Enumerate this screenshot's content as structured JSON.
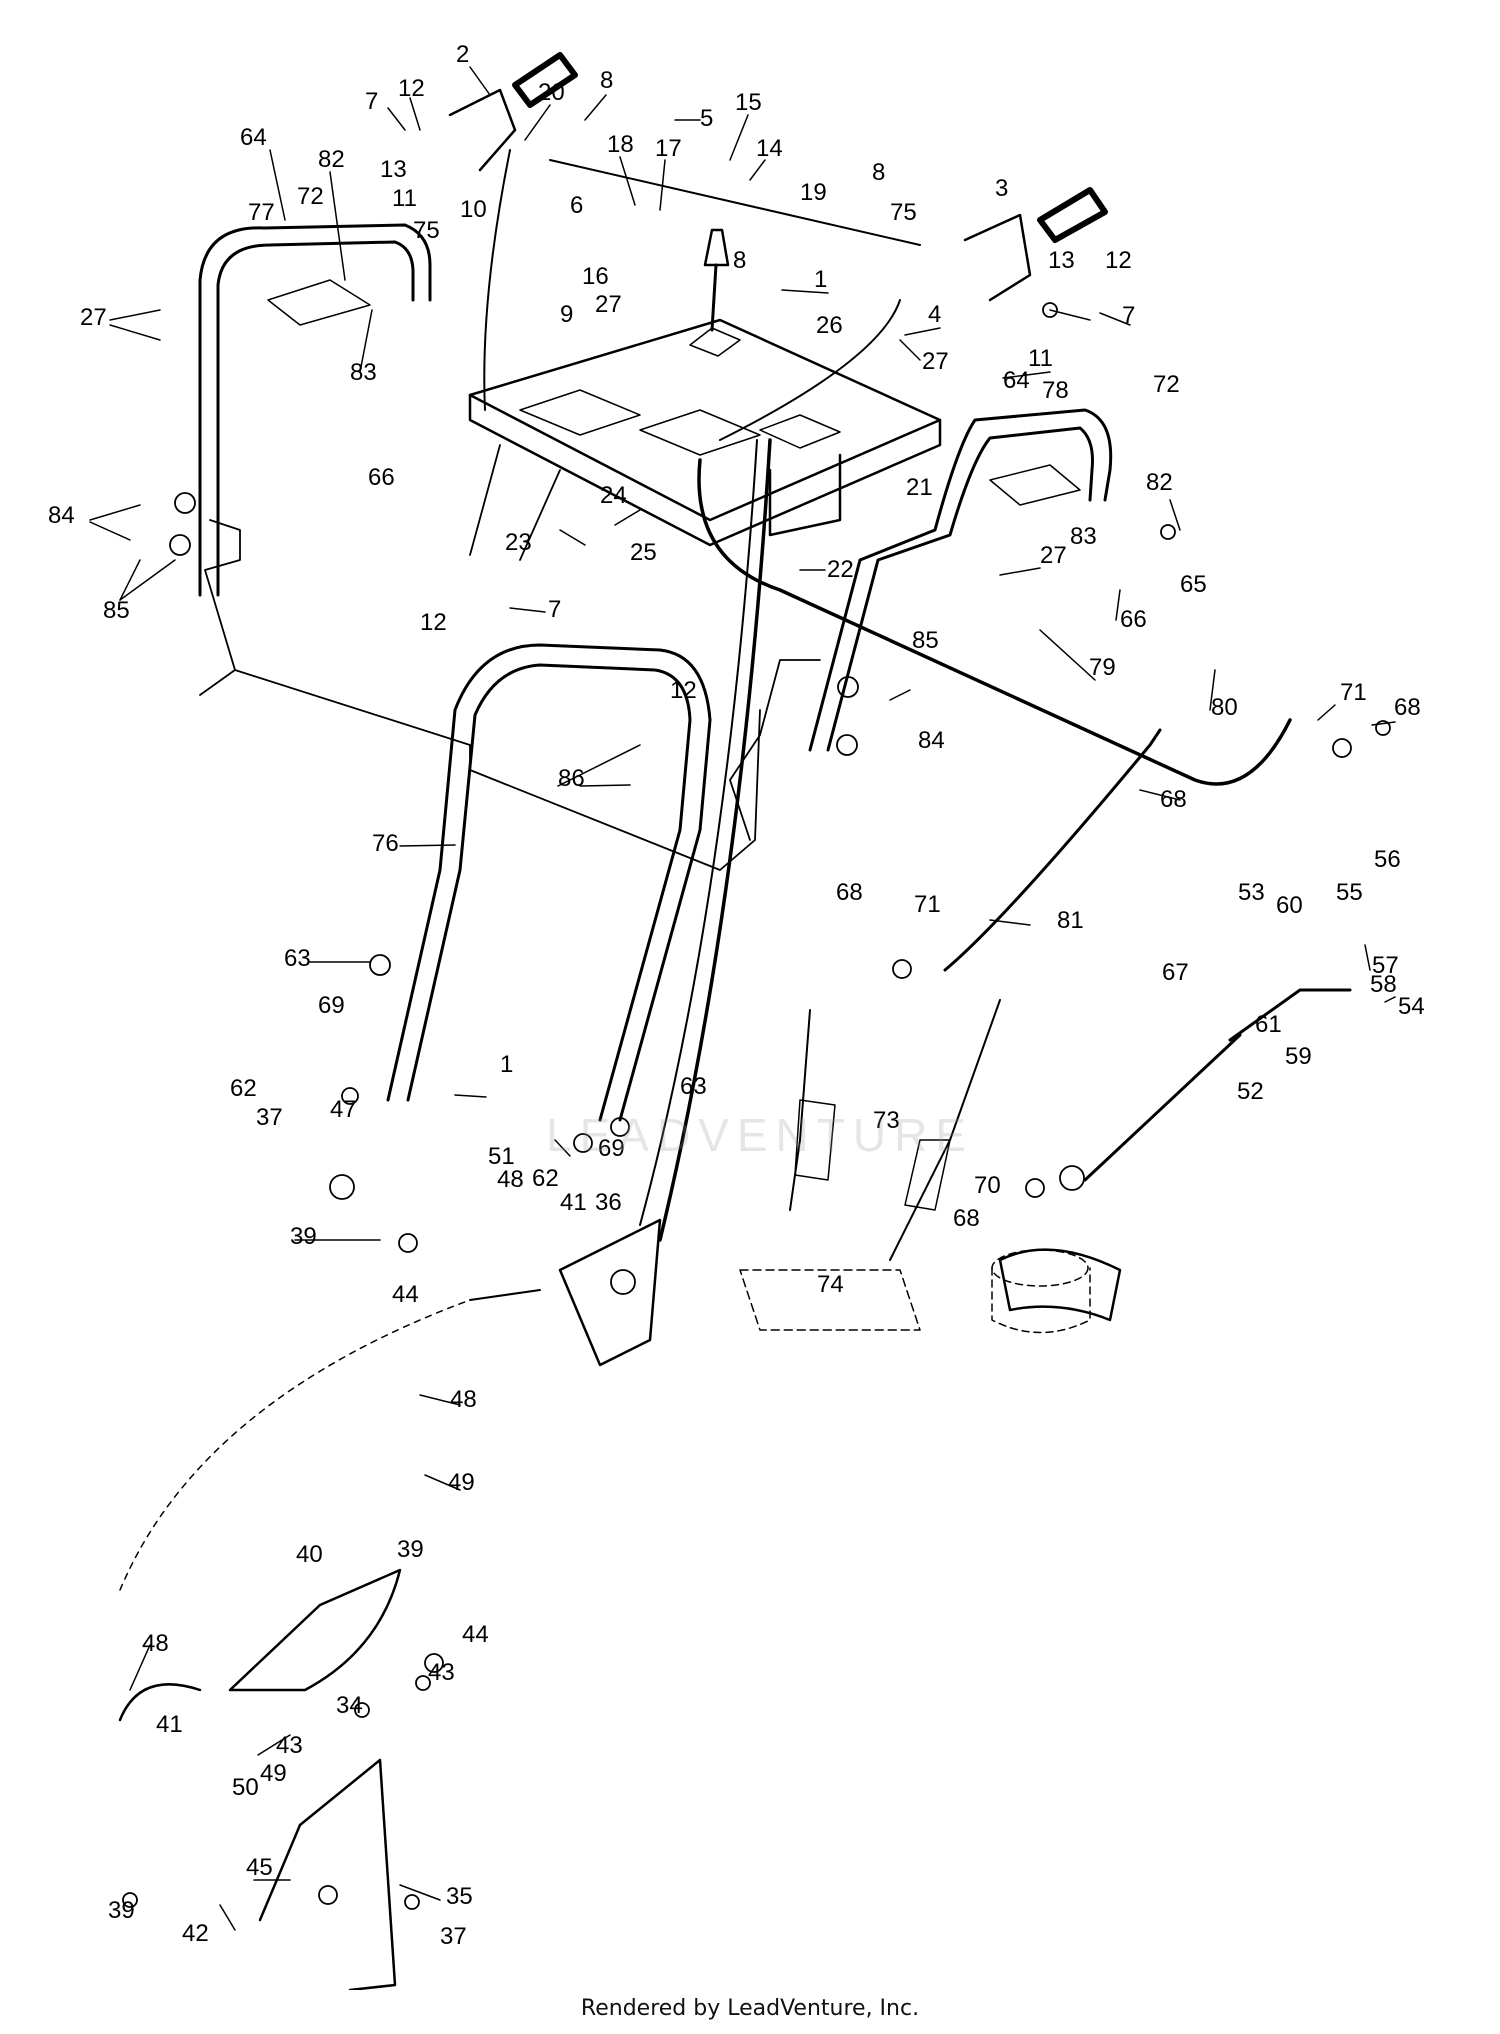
{
  "footer": {
    "text": "Rendered by LeadVenture, Inc."
  },
  "watermark": {
    "text": "LEADVENTURE"
  },
  "colors": {
    "ink": "#000000",
    "paper": "#ffffff",
    "watermark": "#c8c8c8"
  },
  "callouts": [
    {
      "id": "c1",
      "text": "2"
    },
    {
      "id": "c2",
      "text": "7"
    },
    {
      "id": "c3",
      "text": "12"
    },
    {
      "id": "c4",
      "text": "20"
    },
    {
      "id": "c5",
      "text": "8"
    },
    {
      "id": "c6",
      "text": "5"
    },
    {
      "id": "c7",
      "text": "15"
    },
    {
      "id": "c8",
      "text": "14"
    },
    {
      "id": "c9",
      "text": "18"
    },
    {
      "id": "c10",
      "text": "17"
    },
    {
      "id": "c11",
      "text": "13"
    },
    {
      "id": "c12",
      "text": "64"
    },
    {
      "id": "c13",
      "text": "82"
    },
    {
      "id": "c14",
      "text": "72"
    },
    {
      "id": "c15",
      "text": "77"
    },
    {
      "id": "c16",
      "text": "11"
    },
    {
      "id": "c17",
      "text": "10"
    },
    {
      "id": "c18",
      "text": "75"
    },
    {
      "id": "c19",
      "text": "6"
    },
    {
      "id": "c20",
      "text": "16"
    },
    {
      "id": "c21",
      "text": "8"
    },
    {
      "id": "c22",
      "text": "19"
    },
    {
      "id": "c23",
      "text": "8"
    },
    {
      "id": "c24",
      "text": "3"
    },
    {
      "id": "c25",
      "text": "75"
    },
    {
      "id": "c26",
      "text": "13"
    },
    {
      "id": "c27",
      "text": "12"
    },
    {
      "id": "c28",
      "text": "7"
    },
    {
      "id": "c29",
      "text": "1"
    },
    {
      "id": "c30",
      "text": "27"
    },
    {
      "id": "c31",
      "text": "83"
    },
    {
      "id": "c32",
      "text": "9"
    },
    {
      "id": "c33",
      "text": "27"
    },
    {
      "id": "c34",
      "text": "26"
    },
    {
      "id": "c35",
      "text": "4"
    },
    {
      "id": "c36",
      "text": "27"
    },
    {
      "id": "c37",
      "text": "11"
    },
    {
      "id": "c38",
      "text": "64"
    },
    {
      "id": "c39",
      "text": "78"
    },
    {
      "id": "c40",
      "text": "72"
    },
    {
      "id": "c41",
      "text": "66"
    },
    {
      "id": "c42",
      "text": "21"
    },
    {
      "id": "c43",
      "text": "82"
    },
    {
      "id": "c44",
      "text": "84"
    },
    {
      "id": "c45",
      "text": "24"
    },
    {
      "id": "c46",
      "text": "23"
    },
    {
      "id": "c47",
      "text": "83"
    },
    {
      "id": "c48",
      "text": "85"
    },
    {
      "id": "c49",
      "text": "25"
    },
    {
      "id": "c50",
      "text": "22"
    },
    {
      "id": "c51",
      "text": "27"
    },
    {
      "id": "c52",
      "text": "12"
    },
    {
      "id": "c53",
      "text": "7"
    },
    {
      "id": "c54",
      "text": "66"
    },
    {
      "id": "c55",
      "text": "65"
    },
    {
      "id": "c56",
      "text": "12"
    },
    {
      "id": "c57",
      "text": "85"
    },
    {
      "id": "c58",
      "text": "79"
    },
    {
      "id": "c59",
      "text": "71"
    },
    {
      "id": "c60",
      "text": "68"
    },
    {
      "id": "c61",
      "text": "80"
    },
    {
      "id": "c62",
      "text": "84"
    },
    {
      "id": "c63",
      "text": "86"
    },
    {
      "id": "c64",
      "text": "68"
    },
    {
      "id": "c65",
      "text": "76"
    },
    {
      "id": "c66",
      "text": "56"
    },
    {
      "id": "c67",
      "text": "53"
    },
    {
      "id": "c68",
      "text": "60"
    },
    {
      "id": "c69",
      "text": "55"
    },
    {
      "id": "c70",
      "text": "68"
    },
    {
      "id": "c71",
      "text": "71"
    },
    {
      "id": "c72",
      "text": "81"
    },
    {
      "id": "c73",
      "text": "57"
    },
    {
      "id": "c74",
      "text": "63"
    },
    {
      "id": "c75",
      "text": "67"
    },
    {
      "id": "c76",
      "text": "58"
    },
    {
      "id": "c77",
      "text": "54"
    },
    {
      "id": "c78",
      "text": "69"
    },
    {
      "id": "c79",
      "text": "61"
    },
    {
      "id": "c80",
      "text": "59"
    },
    {
      "id": "c81",
      "text": "62"
    },
    {
      "id": "c82",
      "text": "1"
    },
    {
      "id": "c83",
      "text": "63"
    },
    {
      "id": "c84",
      "text": "52"
    },
    {
      "id": "c85",
      "text": "37"
    },
    {
      "id": "c86",
      "text": "47"
    },
    {
      "id": "c87",
      "text": "51"
    },
    {
      "id": "c88",
      "text": "69"
    },
    {
      "id": "c89",
      "text": "73"
    },
    {
      "id": "c90",
      "text": "48"
    },
    {
      "id": "c91",
      "text": "62"
    },
    {
      "id": "c92",
      "text": "41"
    },
    {
      "id": "c93",
      "text": "36"
    },
    {
      "id": "c94",
      "text": "70"
    },
    {
      "id": "c95",
      "text": "39"
    },
    {
      "id": "c96",
      "text": "68"
    },
    {
      "id": "c97",
      "text": "44"
    },
    {
      "id": "c98",
      "text": "74"
    },
    {
      "id": "c99",
      "text": "48"
    },
    {
      "id": "c100",
      "text": "49"
    },
    {
      "id": "c101",
      "text": "40"
    },
    {
      "id": "c102",
      "text": "39"
    },
    {
      "id": "c103",
      "text": "44"
    },
    {
      "id": "c104",
      "text": "43"
    },
    {
      "id": "c105",
      "text": "48"
    },
    {
      "id": "c106",
      "text": "34"
    },
    {
      "id": "c107",
      "text": "41"
    },
    {
      "id": "c108",
      "text": "43"
    },
    {
      "id": "c109",
      "text": "49"
    },
    {
      "id": "c110",
      "text": "50"
    },
    {
      "id": "c111",
      "text": "45"
    },
    {
      "id": "c112",
      "text": "35"
    },
    {
      "id": "c113",
      "text": "39"
    },
    {
      "id": "c114",
      "text": "42"
    },
    {
      "id": "c115",
      "text": "37"
    }
  ]
}
